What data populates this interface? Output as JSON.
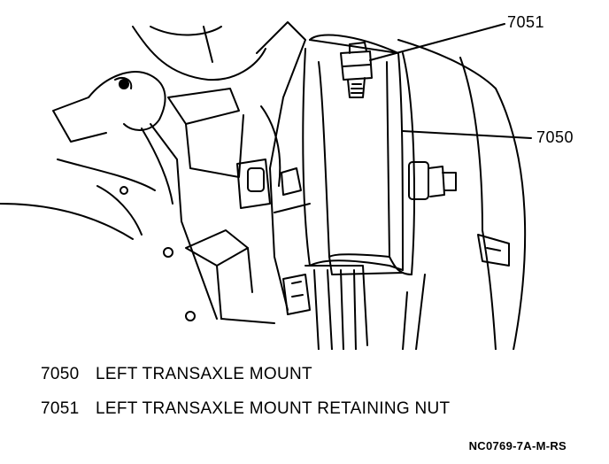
{
  "callouts": {
    "c7051": "7051",
    "c7050": "7050"
  },
  "legend": [
    {
      "code": "7050",
      "description": "LEFT TRANSAXLE MOUNT"
    },
    {
      "code": "7051",
      "description": "LEFT TRANSAXLE MOUNT RETAINING NUT"
    }
  ],
  "figure_code": "NC0769-7A-M-RS",
  "colors": {
    "ink": "#000000",
    "paper": "#ffffff"
  }
}
